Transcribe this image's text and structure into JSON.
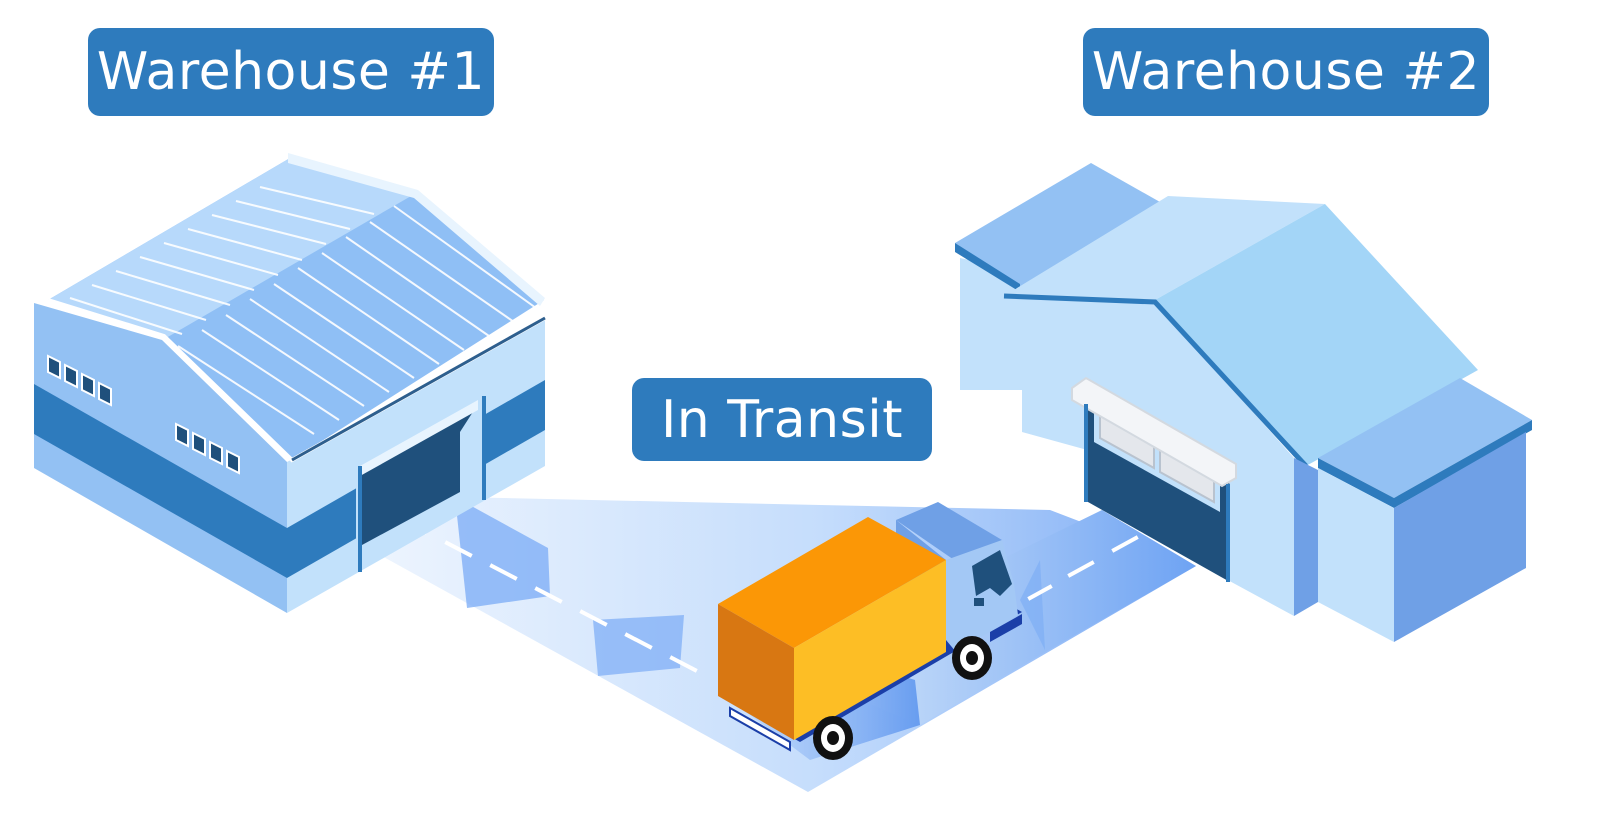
{
  "labels": {
    "warehouse_1": "Warehouse #1",
    "warehouse_2": "Warehouse #2",
    "in_transit": "In Transit"
  },
  "icons": [
    "warehouse-icon",
    "house-warehouse-icon",
    "delivery-truck-icon",
    "road-icon"
  ],
  "colors": {
    "label_bg": "#2e7bbd",
    "label_text": "#ffffff",
    "building_light": "#c2e1fb",
    "building_mid": "#93c1f3",
    "building_dark": "#2e7bbd",
    "door_dark": "#1f507c",
    "road_light": "#dcebfd",
    "road_dark": "#6ea3f3",
    "truck_cargo_top": "#fb9706",
    "truck_cargo_side": "#fdbe25",
    "truck_cargo_front": "#d87712",
    "truck_cab": "#6fa0e6",
    "truck_chassis": "#1b3fa8"
  }
}
